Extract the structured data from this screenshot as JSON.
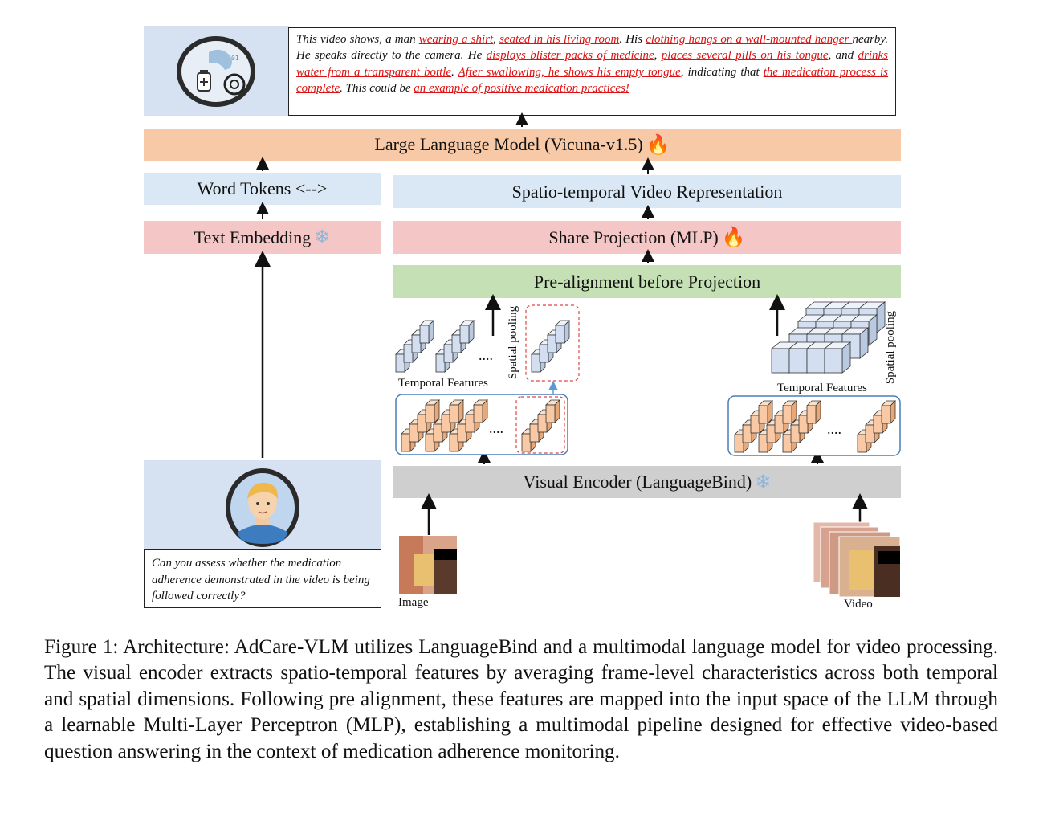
{
  "output": {
    "segments": [
      {
        "t": "This video shows, a man ",
        "hl": false
      },
      {
        "t": "wearing a shirt",
        "hl": true
      },
      {
        "t": ", ",
        "hl": false
      },
      {
        "t": "seated in his living room",
        "hl": true
      },
      {
        "t": ". His ",
        "hl": false
      },
      {
        "t": "clothing hangs on a wall-mounted hanger ",
        "hl": true
      },
      {
        "t": "nearby. He speaks directly to the camera. He ",
        "hl": false
      },
      {
        "t": "displays blister packs of medicine",
        "hl": true
      },
      {
        "t": ", ",
        "hl": false
      },
      {
        "t": "places several pills on his tongue",
        "hl": true
      },
      {
        "t": ", and ",
        "hl": false
      },
      {
        "t": "drinks water from a transparent bottle",
        "hl": true
      },
      {
        "t": ". ",
        "hl": false
      },
      {
        "t": "After swallowing, he shows his empty tongue",
        "hl": true
      },
      {
        "t": ", indicating that ",
        "hl": false
      },
      {
        "t": "the medication process is complete",
        "hl": true
      },
      {
        "t": ". This could be ",
        "hl": false
      },
      {
        "t": "an example of positive medication practices!",
        "hl": true
      }
    ]
  },
  "blocks": {
    "llm": "Large Language Model (Vicuna-v1.5)",
    "word_tokens": "Word Tokens <-->",
    "text_embedding": "Text Embedding",
    "video_repr": "Spatio-temporal Video Representation",
    "share_projection": "Share Projection (MLP)",
    "prealignment": "Pre-alignment before Projection",
    "visual_encoder": "Visual Encoder (LanguageBind)"
  },
  "icons": {
    "fire": "fire-icon",
    "snowflake": "snowflake-icon",
    "fire_glyph": "🔥",
    "snow_glyph": "❄"
  },
  "labels": {
    "temporal_features_left": "Temporal Features",
    "temporal_features_right": "Temporal Features",
    "spatial_pooling_left": "Spatial pooling",
    "spatial_pooling_right": "Spatial pooling",
    "ellipsis": "....",
    "image": "Image",
    "video": "Video"
  },
  "question": "Can you assess whether the medication adherence demonstrated in the video is being followed correctly?",
  "caption": "Figure 1: Architecture: AdCare-VLM utilizes LanguageBind and a multimodal language model for video processing. The visual encoder extracts spatio-temporal features by averaging frame-level characteristics across both temporal and spatial dimensions. Following pre alignment, these features are mapped into the input space of the LLM through a learnable Multi-Layer Perceptron (MLP), establishing a multimodal pipeline designed for effective video-based question answering in the context of medication adherence monitoring.",
  "colors": {
    "llm": "#f7c9a6",
    "blue": "#dae8f5",
    "pink": "#f4c6c6",
    "green": "#c5e0b4",
    "gray": "#d0cfcf",
    "highlight": "#dd1111",
    "cube_blue": "#d3def0",
    "cube_orange": "#f8c9a4"
  }
}
